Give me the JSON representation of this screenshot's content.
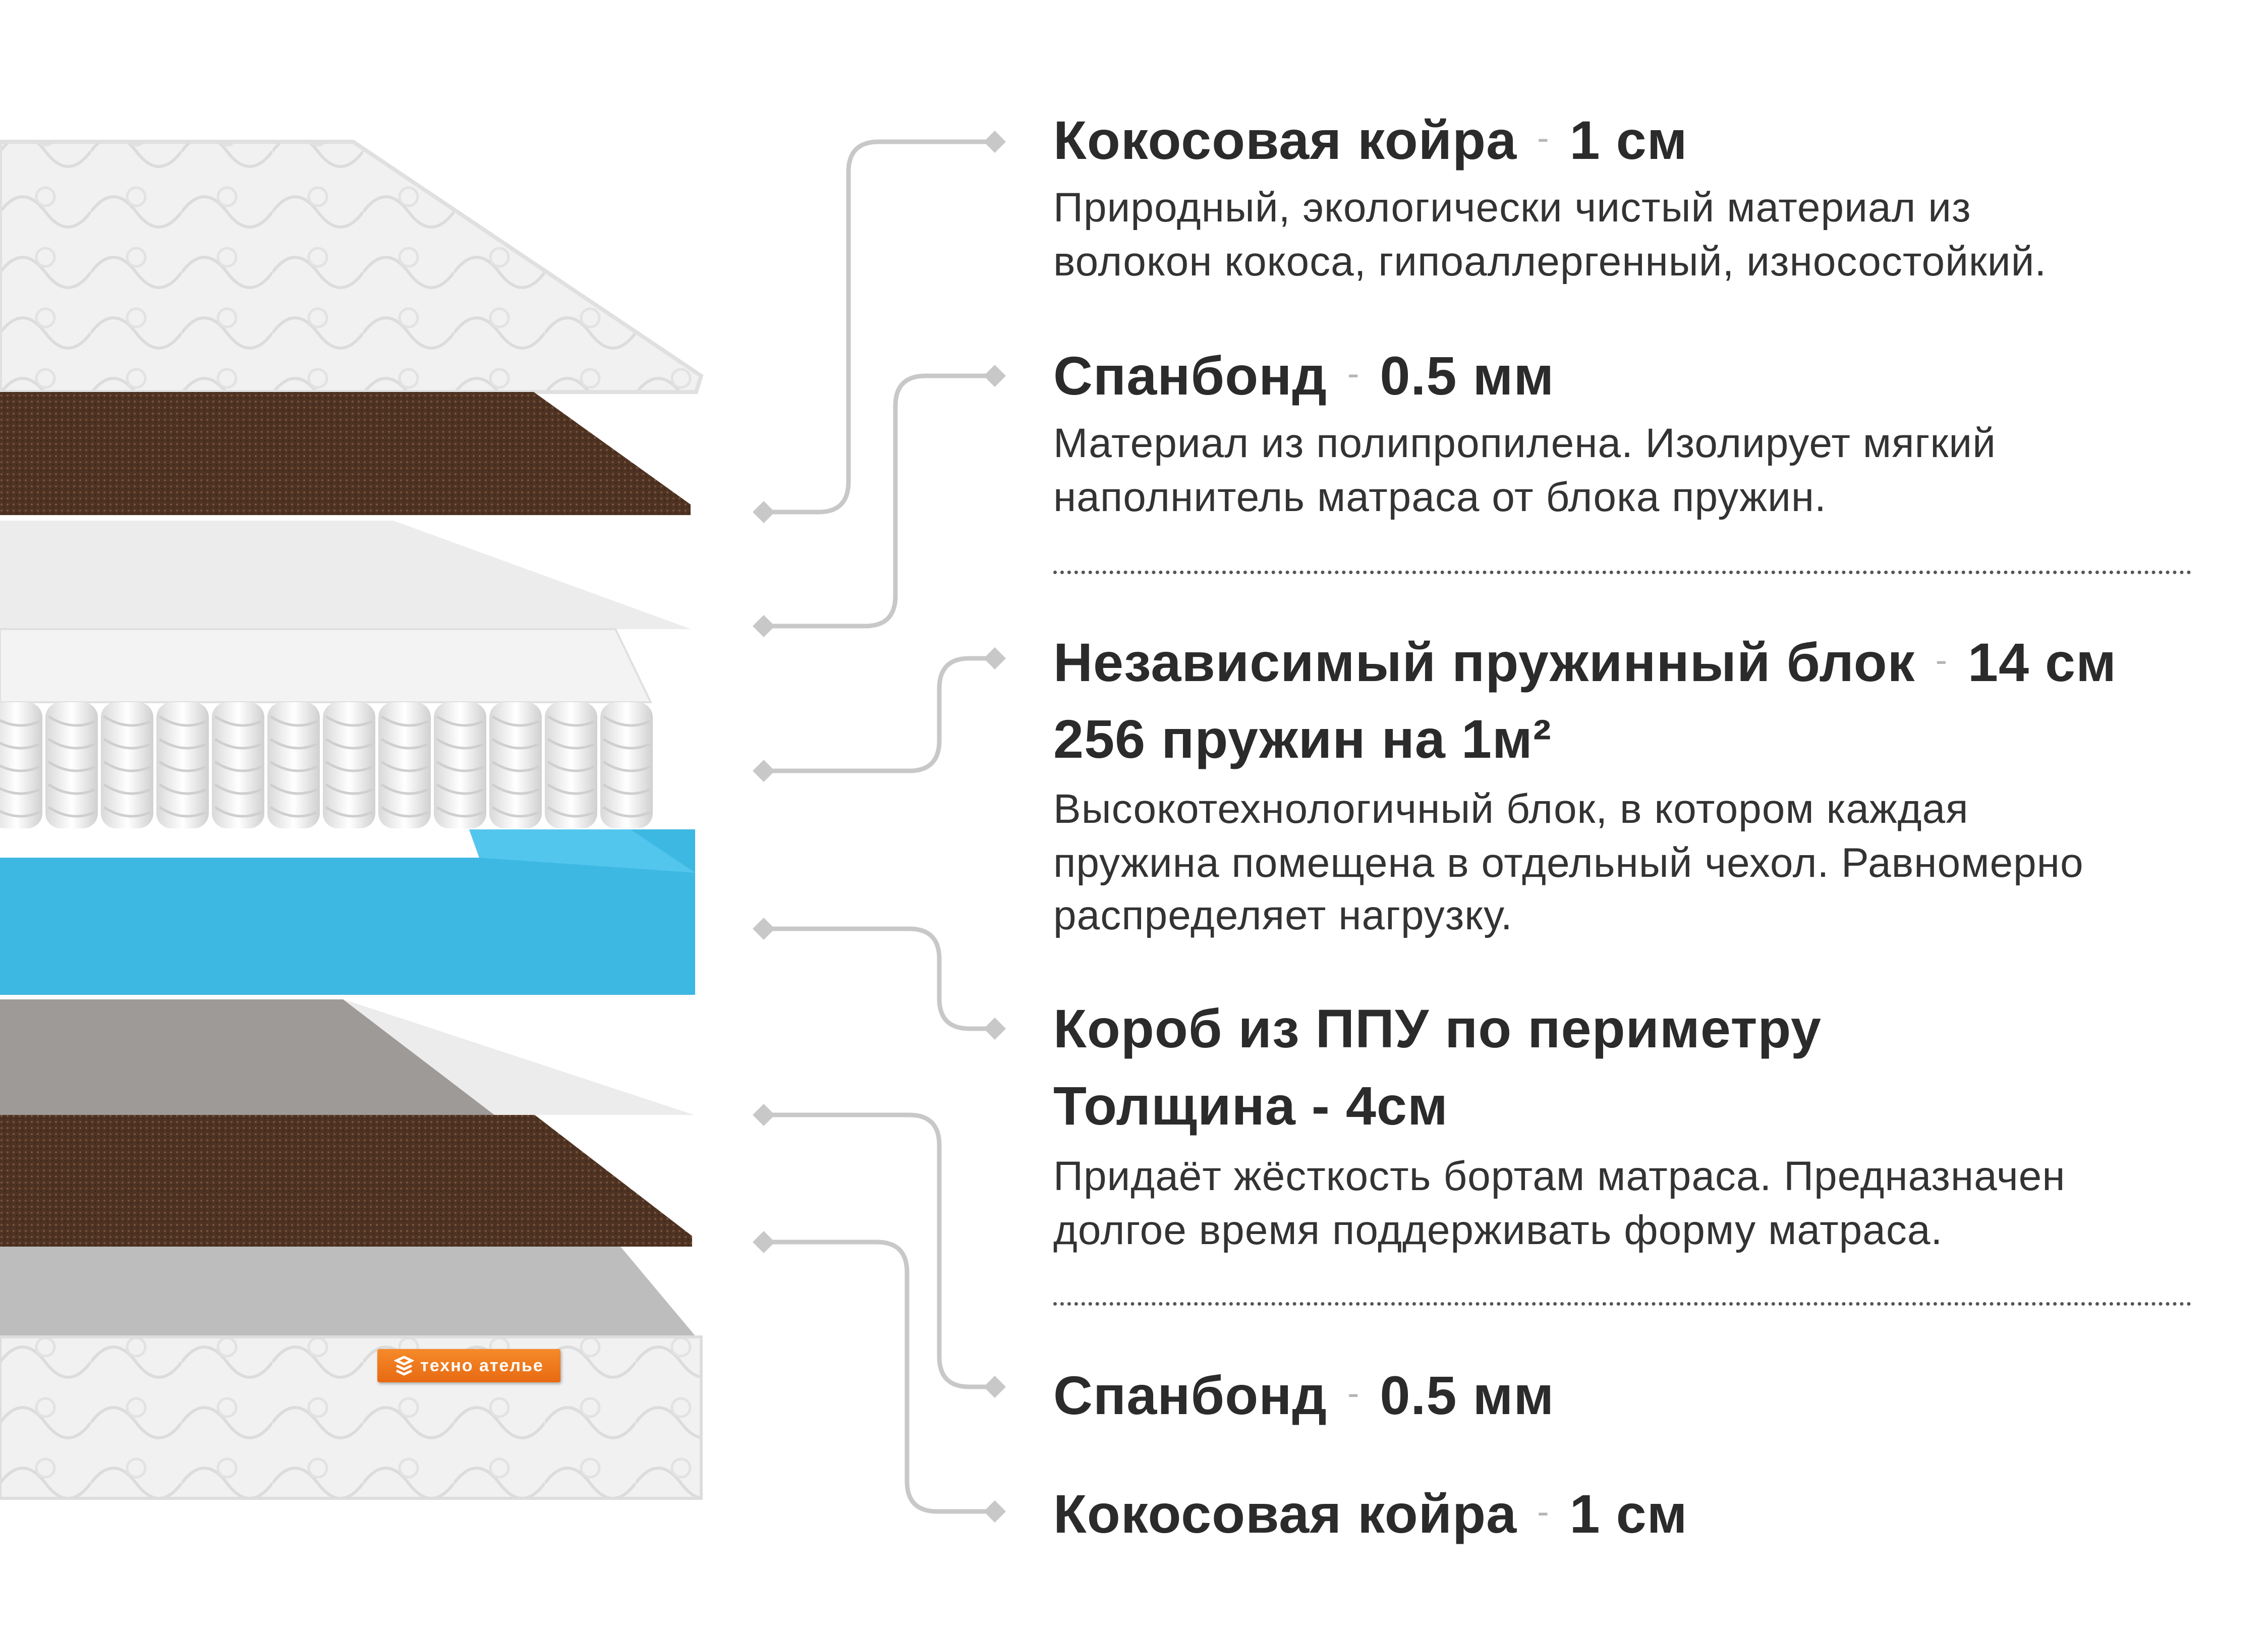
{
  "layers": [
    {
      "title": "Кокосовая койра",
      "value": "1 см",
      "description": [
        "Природный, экологически чистый материал из",
        "волокон кокоса, гипоаллергенный, износостойкий."
      ]
    },
    {
      "title": "Спанбонд",
      "value": "0.5 мм",
      "description": [
        "Материал из полипропилена. Изолирует мягкий",
        "наполнитель матраса от блока пружин."
      ]
    },
    {
      "title": "Независимый пружинный блок",
      "value": "14 см",
      "subtitle": "256 пружин на 1м²",
      "description": [
        "Высокотехнологичный блок, в котором каждая",
        "пружина помещена в отдельный чехол. Равномерно",
        "распределяет нагрузку."
      ]
    },
    {
      "title": "Короб из ППУ по периметру",
      "subtitle": "Толщина - 4см",
      "description": [
        "Придаёт жёсткость бортам матраса. Предназначен",
        "долгое время поддерживать форму матраса."
      ]
    },
    {
      "title": "Спанбонд",
      "value": "0.5 мм"
    },
    {
      "title": "Кокосовая койра",
      "value": "1 см"
    }
  ],
  "separator": "-",
  "logo_text": "техно ателье",
  "colors": {
    "coir": "#5a3a26",
    "foam": "#3db8e3",
    "logo": "#f07a1e",
    "connector": "#c8c8c8",
    "text": "#2b2b2b"
  }
}
